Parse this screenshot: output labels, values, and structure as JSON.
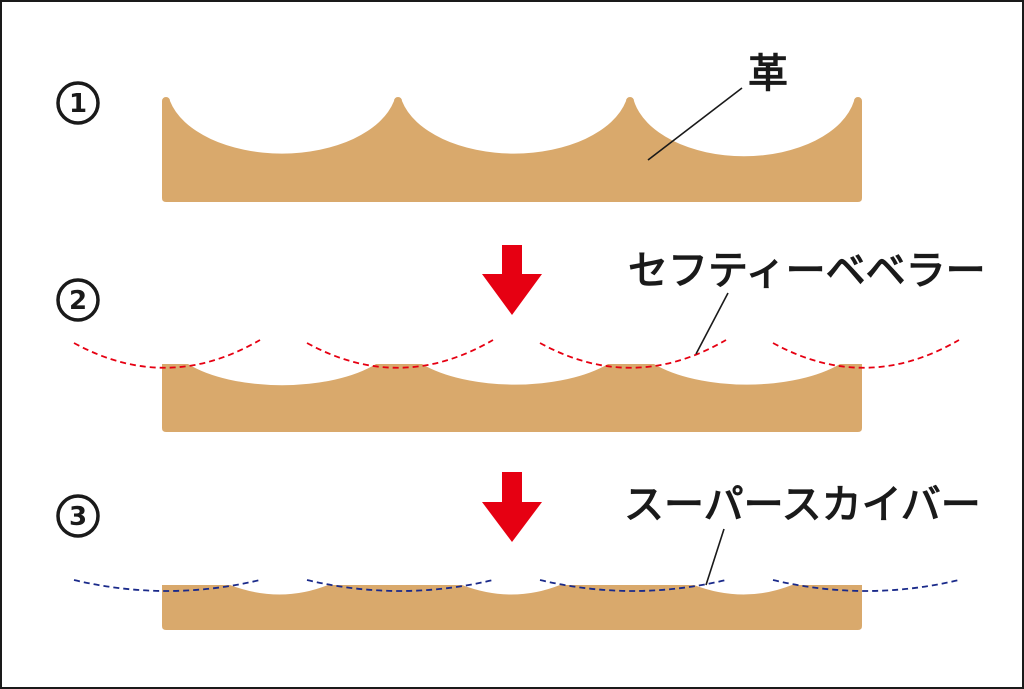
{
  "steps": [
    {
      "number": "1"
    },
    {
      "number": "2"
    },
    {
      "number": "3"
    }
  ],
  "labels": {
    "leather": "革",
    "safety_beveler": "セフティーベベラー",
    "super_skiver": "スーパースカイバー"
  },
  "colors": {
    "leather": "#d9a96c",
    "arrow": "#e60012",
    "beveler_line": "#e60012",
    "skiver_line": "#1a2a8a",
    "ink": "#1a1a1a"
  }
}
